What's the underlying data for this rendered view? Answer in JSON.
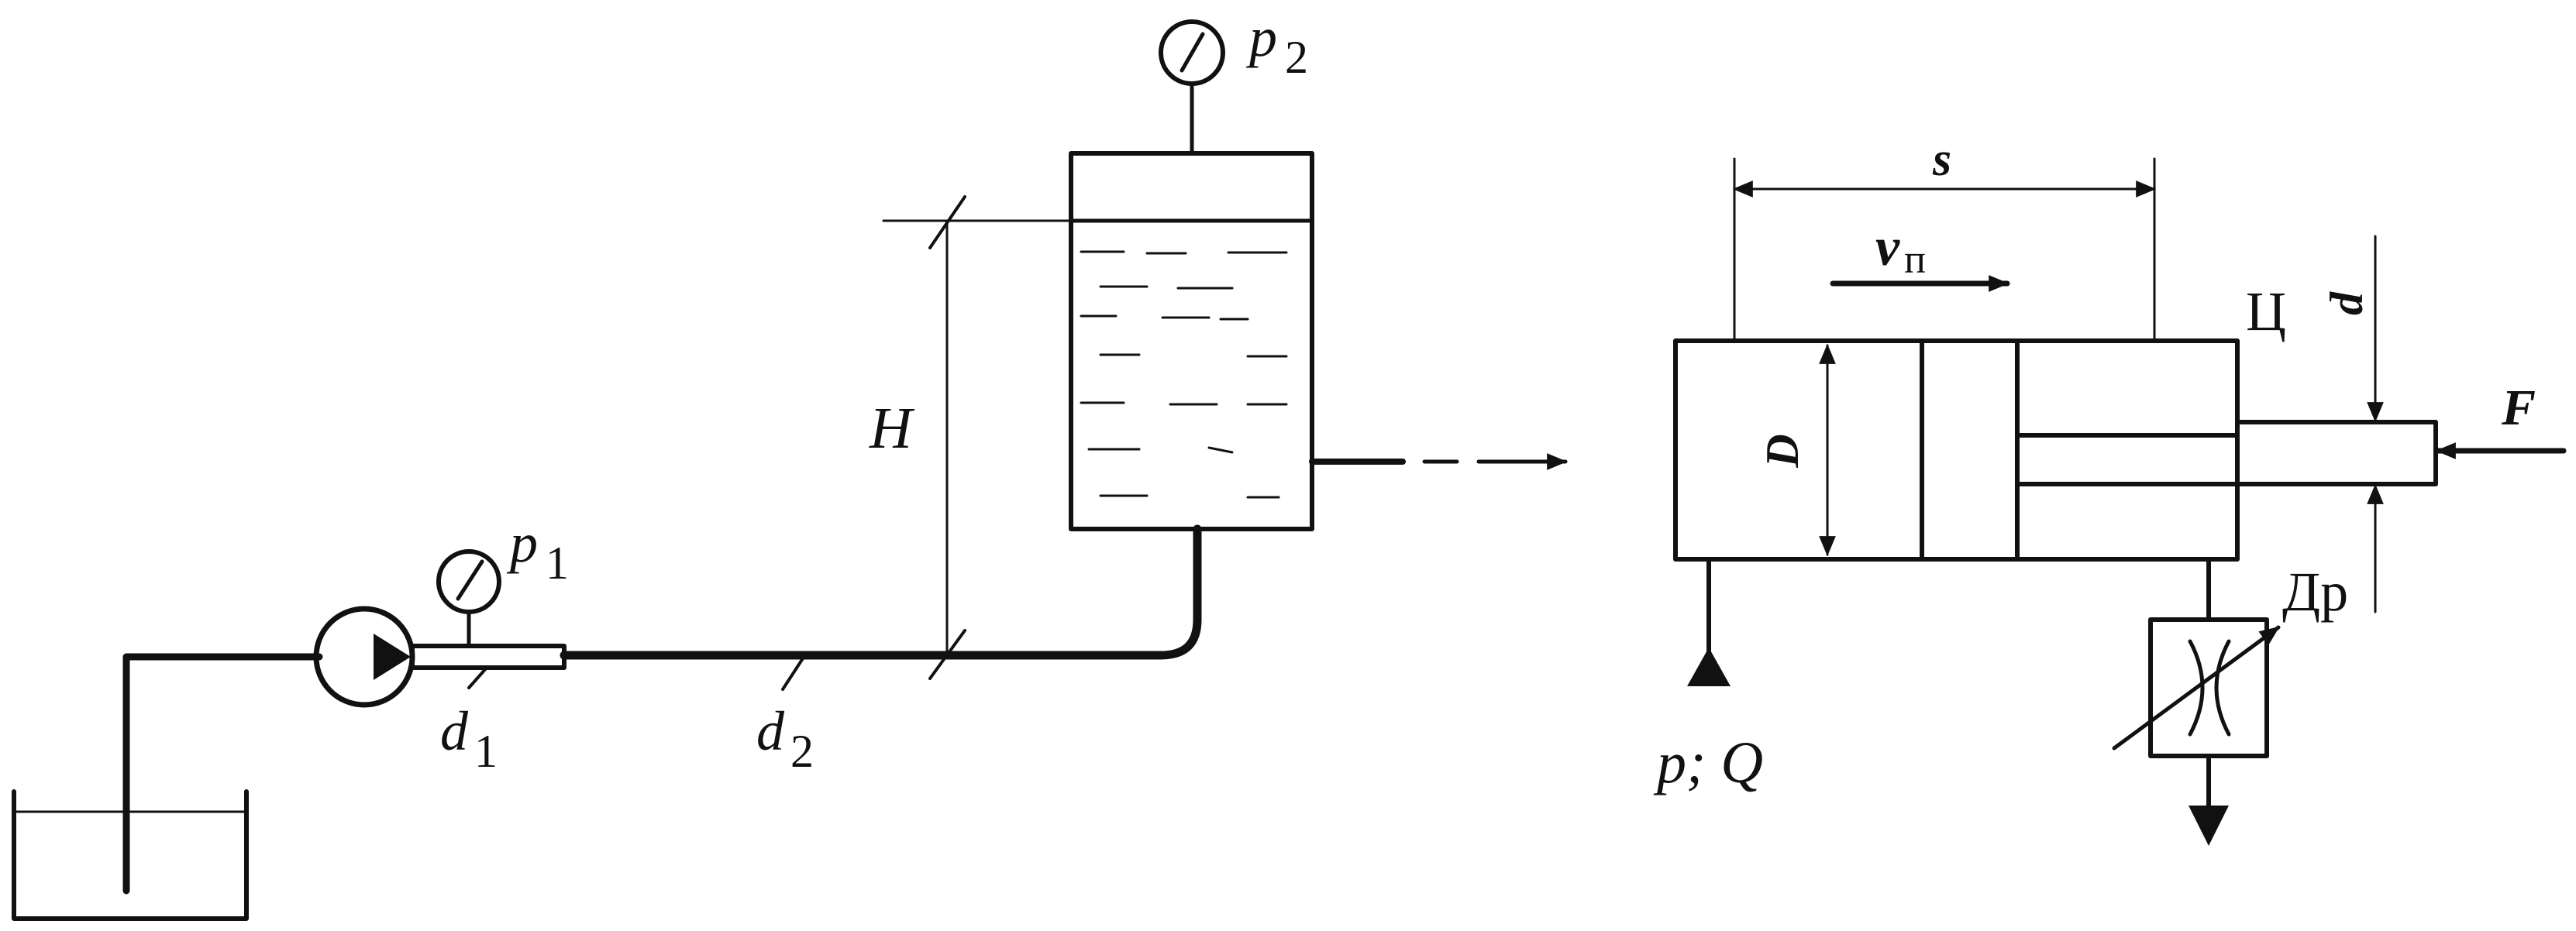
{
  "diagram": {
    "labels": {
      "p2_letter": "p",
      "p2_index": "2",
      "p1_letter": "p",
      "p1_index": "1",
      "d1_letter": "d",
      "d1_index": "1",
      "d2_letter": "d",
      "d2_index": "2",
      "H": "H",
      "s": "s",
      "v_letter": "v",
      "v_index": "п",
      "D": "D",
      "d": "d",
      "F": "F",
      "cylinder": "Ц",
      "throttle": "Др",
      "pQ": "p; Q"
    }
  }
}
